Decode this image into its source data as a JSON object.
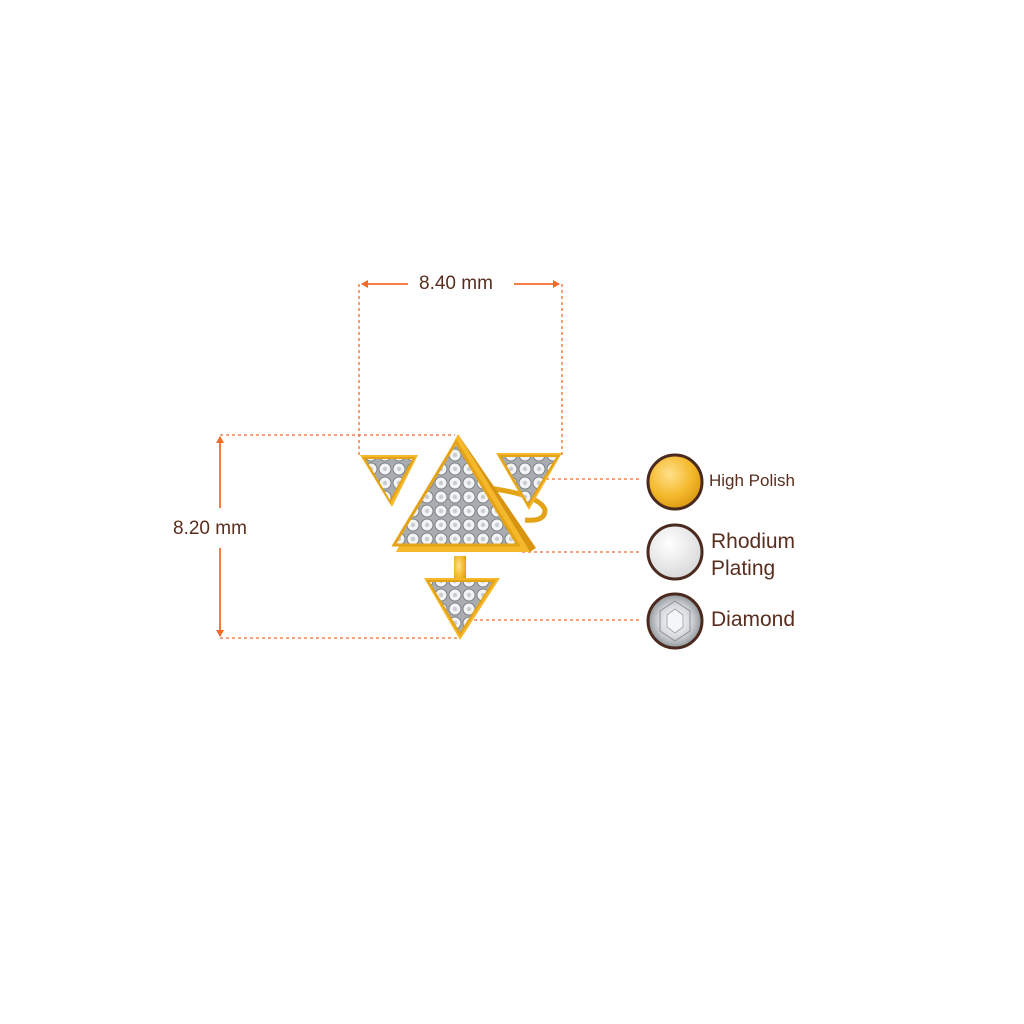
{
  "dimensions": {
    "width_label": "8.40 mm",
    "height_label": "8.20 mm"
  },
  "legend": {
    "items": [
      {
        "label_lines": [
          "High Polish"
        ],
        "icon": "gold-swatch-icon",
        "color": "#F2C14E"
      },
      {
        "label_lines": [
          "Rhodium",
          "Plating"
        ],
        "icon": "rhodium-swatch-icon",
        "color": "#E6E6E6"
      },
      {
        "label_lines": [
          "Diamond"
        ],
        "icon": "diamond-swatch-icon",
        "color": "#BFC4C8"
      }
    ]
  },
  "colors": {
    "guide": "#F26B2A",
    "text": "#5A2E1F",
    "swatch_border": "#4A2A1E",
    "gold": "#F4B82A"
  }
}
